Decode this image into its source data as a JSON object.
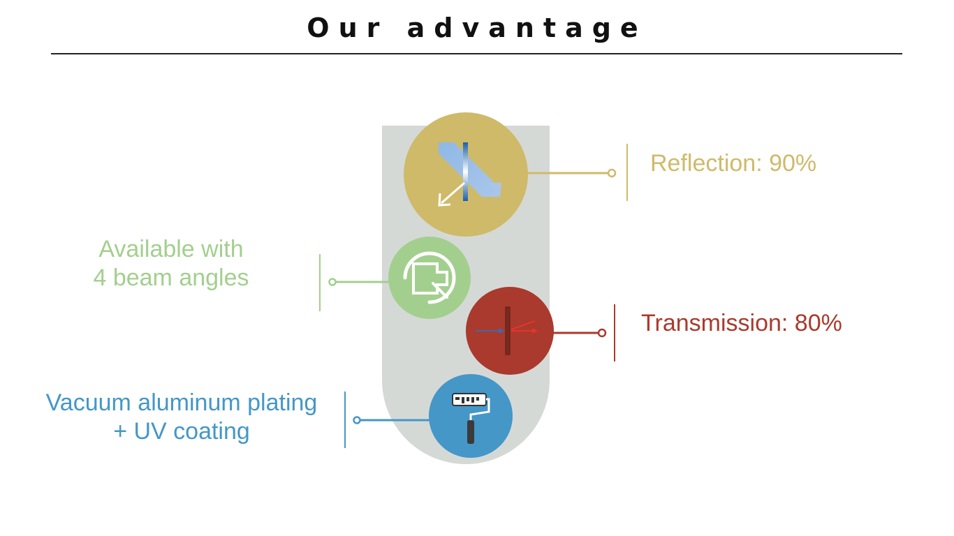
{
  "header": {
    "title": "Our advantage"
  },
  "features": {
    "reflection": {
      "label": "Reflection: 90%",
      "color": "#cfba69",
      "icon": "mirror-reflection-icon"
    },
    "angles": {
      "line1": "Available with",
      "line2": "4 beam angles",
      "color": "#a3cf8e",
      "icon": "wrench-angle-icon"
    },
    "transmission": {
      "label": "Transmission: 80%",
      "color": "#a93a2d",
      "icon": "light-transmission-icon"
    },
    "coating": {
      "line1": "Vacuum aluminum plating",
      "line2": "+ UV coating",
      "color": "#4497c7",
      "icon": "paint-roller-icon"
    }
  },
  "colors": {
    "backdrop": "#d5d9d6",
    "title": "#111111"
  }
}
